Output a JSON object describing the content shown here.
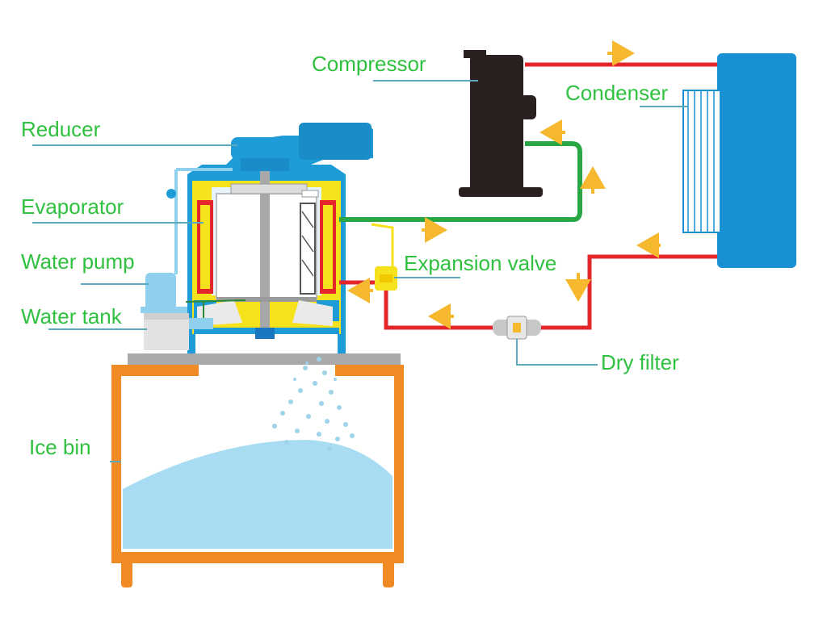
{
  "labels": {
    "compressor": "Compressor",
    "condenser": "Condenser",
    "reducer": "Reducer",
    "evaporator": "Evaporator",
    "water_pump": "Water pump",
    "water_tank": "Water tank",
    "expansion_valve": "Expansion valve",
    "dry_filter": "Dry filter",
    "ice_bin": "Ice bin"
  },
  "colors": {
    "label_text": "#2fc13f",
    "leader_line": "#5aa9bd",
    "high_pressure_line": "#e5252c",
    "suction_line": "#27a844",
    "flow_arrow": "#f5b82e",
    "condenser_body": "#1990d3",
    "compressor_body": "#2a2020",
    "ice_bin_frame": "#f08a24",
    "ice": "#a8dcf2",
    "evaporator_jacket": "#f5e21c",
    "machine_blue": "#1f9bd8"
  }
}
